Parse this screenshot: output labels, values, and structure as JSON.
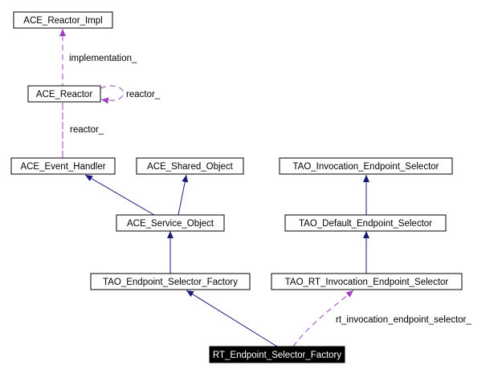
{
  "nodes": {
    "reactor_impl": "ACE_Reactor_Impl",
    "reactor": "ACE_Reactor",
    "event_handler": "ACE_Event_Handler",
    "shared_object": "ACE_Shared_Object",
    "service_object": "ACE_Service_Object",
    "endpoint_selector_factory": "TAO_Endpoint_Selector_Factory",
    "invocation_endpoint_selector": "TAO_Invocation_Endpoint_Selector",
    "default_endpoint_selector": "TAO_Default_Endpoint_Selector",
    "rt_invocation_endpoint_selector": "TAO_RT_Invocation_Endpoint_Selector",
    "rt_endpoint_selector_factory": "RT_Endpoint_Selector_Factory"
  },
  "edge_labels": {
    "implementation": "implementation_",
    "reactor_self": "reactor_",
    "reactor": "reactor_",
    "rt_invocation_endpoint_selector": "rt_invocation_endpoint_selector_"
  },
  "colors": {
    "inheritance": "#1a1a7a",
    "usage": "#a040c0",
    "focus_node": "#000000"
  }
}
